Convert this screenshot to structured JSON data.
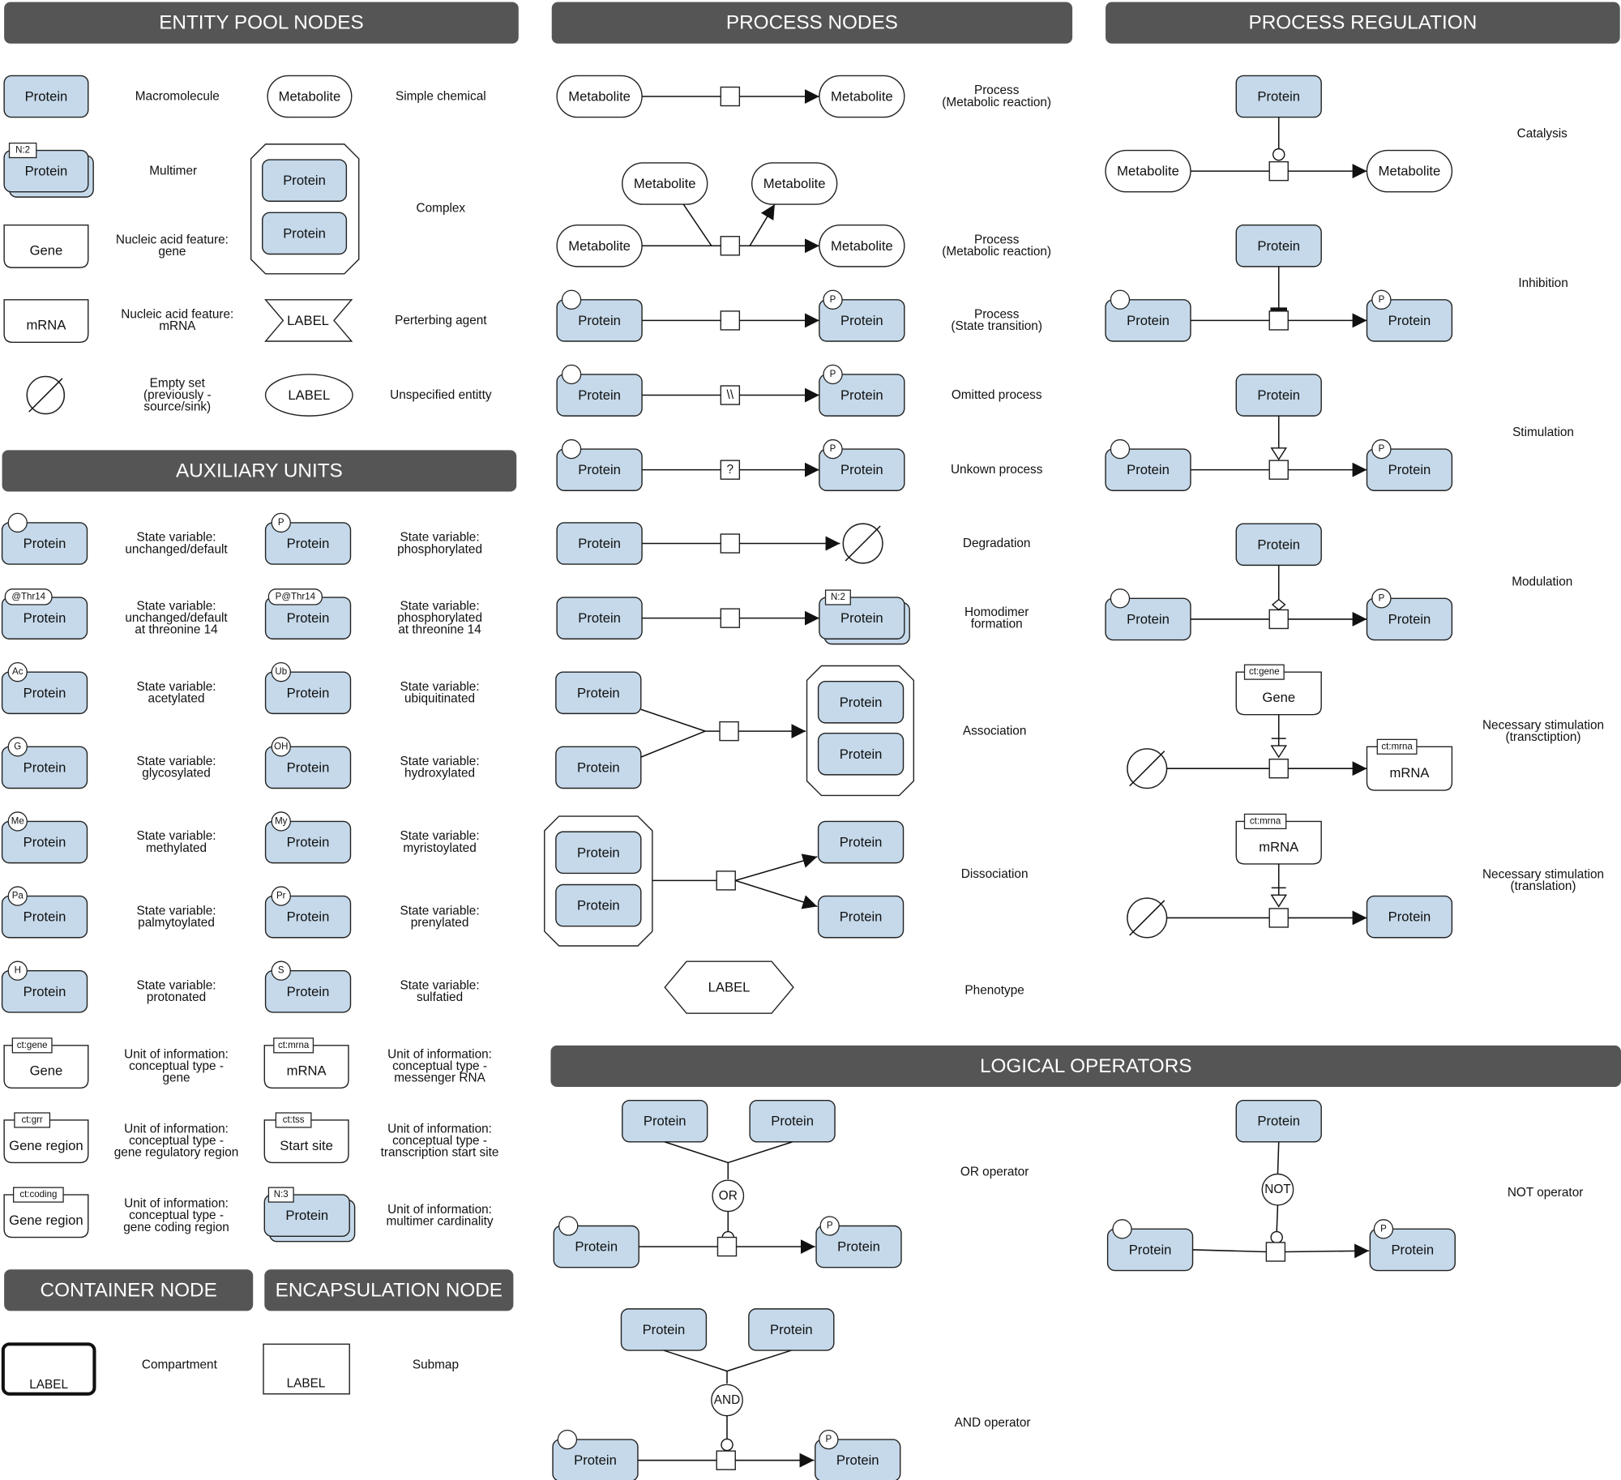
{
  "headers": {
    "entity_pool": "ENTITY POOL NODES",
    "process_nodes": "PROCESS NODES",
    "process_regulation": "PROCESS REGULATION",
    "auxiliary_units": "AUXILIARY UNITS",
    "logical_operators": "LOGICAL OPERATORS",
    "container_node": "CONTAINER NODE",
    "encapsulation_node": "ENCAPSULATION NODE"
  },
  "node_text": {
    "protein": "Protein",
    "metabolite": "Metabolite",
    "gene": "Gene",
    "mrna": "mRNA",
    "label": "LABEL",
    "gene_region": "Gene region",
    "start_site": "Start site",
    "n2": "N:2",
    "n3": "N:3",
    "p": "P",
    "omitted": "\\\\",
    "unknown": "?",
    "or": "OR",
    "and": "AND",
    "not": "NOT",
    "ct_gene": "ct:gene",
    "ct_mrna": "ct:mrna",
    "ct_grr": "ct:grr",
    "ct_tss": "ct:tss",
    "ct_coding": "ct:coding",
    "ct_mrna_lower": "ct:mrna"
  },
  "entity_labels": {
    "macromolecule": "Macromolecule",
    "simple_chemical": "Simple chemical",
    "multimer": "Multimer",
    "complex": "Complex",
    "gene_feature": [
      "Nucleic acid feature:",
      "gene"
    ],
    "mrna_feature": [
      "Nucleic acid feature:",
      "mRNA"
    ],
    "perturbing": "Perterbing agent",
    "empty_set": [
      "Empty set",
      "(previously -",
      "source/sink)"
    ],
    "unspecified": "Unspecified entitty"
  },
  "aux_items": {
    "sv_default": {
      "tag": "",
      "label": [
        "State variable:",
        "unchanged/default"
      ]
    },
    "sv_phos": {
      "tag": "P",
      "label": [
        "State variable:",
        "phosphorylated"
      ]
    },
    "sv_default_thr": {
      "tag": "@Thr14",
      "label": [
        "State variable:",
        "unchanged/default",
        "at threonine 14"
      ]
    },
    "sv_phos_thr": {
      "tag": "P@Thr14",
      "label": [
        "State variable:",
        "phosphorylated",
        "at threonine 14"
      ]
    },
    "sv_acetyl": {
      "tag": "Ac",
      "label": [
        "State variable:",
        "acetylated"
      ]
    },
    "sv_ubiq": {
      "tag": "Ub",
      "label": [
        "State variable:",
        "ubiquitinated"
      ]
    },
    "sv_glyco": {
      "tag": "G",
      "label": [
        "State variable:",
        "glycosylated"
      ]
    },
    "sv_hydroxy": {
      "tag": "OH",
      "label": [
        "State variable:",
        "hydroxylated"
      ]
    },
    "sv_methyl": {
      "tag": "Me",
      "label": [
        "State variable:",
        "methylated"
      ]
    },
    "sv_myrist": {
      "tag": "My",
      "label": [
        "State variable:",
        "myristoylated"
      ]
    },
    "sv_palm": {
      "tag": "Pa",
      "label": [
        "State variable:",
        "palmytoylated"
      ]
    },
    "sv_prenyl": {
      "tag": "Pr",
      "label": [
        "State variable:",
        "prenylated"
      ]
    },
    "sv_proton": {
      "tag": "H",
      "label": [
        "State variable:",
        "protonated"
      ]
    },
    "sv_sulf": {
      "tag": "S",
      "label": [
        "State variable:",
        "sulfatied"
      ]
    },
    "ui_gene": {
      "label": [
        "Unit of information:",
        "conceptual type -",
        "gene"
      ]
    },
    "ui_mrna": {
      "label": [
        "Unit of information:",
        "conceptual type -",
        "messenger RNA"
      ]
    },
    "ui_grr": {
      "label": [
        "Unit of information:",
        "conceptual type -",
        "gene regulatory region"
      ]
    },
    "ui_tss": {
      "label": [
        "Unit of information:",
        "conceptual type -",
        "transcription start site"
      ]
    },
    "ui_coding": {
      "label": [
        "Unit of information:",
        "conceptual type -",
        "gene coding region"
      ]
    },
    "ui_card": {
      "label": [
        "Unit of information:",
        "multimer cardinality"
      ]
    }
  },
  "container_labels": {
    "compartment": "Compartment",
    "submap": "Submap"
  },
  "process_labels": {
    "metabolic1": [
      "Process",
      "(Metabolic reaction)"
    ],
    "metabolic2": [
      "Process",
      "(Metabolic reaction)"
    ],
    "state_transition": [
      "Process",
      "(State transition)"
    ],
    "omitted": "Omitted process",
    "unknown": "Unkown process",
    "degradation": "Degradation",
    "homodimer": [
      "Homodimer",
      "formation"
    ],
    "association": "Association",
    "dissociation": "Dissociation",
    "phenotype": "Phenotype"
  },
  "regulation_labels": {
    "catalysis": "Catalysis",
    "inhibition": "Inhibition",
    "stimulation": "Stimulation",
    "modulation": "Modulation",
    "nec_transcription": [
      "Necessary stimulation",
      "(transctiption)"
    ],
    "nec_translation": [
      "Necessary stimulation",
      "(translation)"
    ]
  },
  "logic_labels": {
    "or_op": "OR operator",
    "and_op": "AND operator",
    "not_op": "NOT operator"
  },
  "colors": {
    "header_fill": "#555555",
    "protein_fill": "#c5d9ea",
    "stroke": "#222222"
  }
}
